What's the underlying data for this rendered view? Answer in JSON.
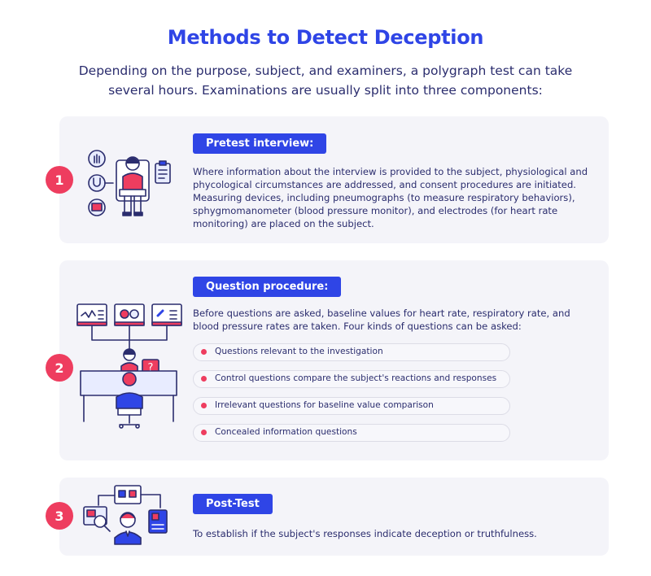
{
  "title": "Methods to Detect Deception",
  "subtitle": "Depending on the purpose, subject, and examiners, a polygraph test can take several hours. Examinations are usually split into three components:",
  "sections": [
    {
      "number": "1",
      "heading": "Pretest interview:",
      "text": "Where information about the interview is provided to the subject, physiological and phycological circumstances are addressed, and consent procedures are initiated. Measuring devices, including pneumographs (to measure respiratory behaviors), sphygmomanometer (blood pressure monitor), and electrodes (for heart rate monitoring) are placed on the subject."
    },
    {
      "number": "2",
      "heading": "Question procedure:",
      "text": "Before questions are asked, baseline values for heart rate, respiratory rate, and blood pressure rates are taken. Four kinds of questions can be asked:",
      "questions": [
        "Questions relevant to the investigation",
        "Control questions compare the subject's reactions and responses",
        "Irrelevant questions for baseline value comparison",
        "Concealed information questions"
      ]
    },
    {
      "number": "3",
      "heading": "Post-Test",
      "text": "To establish if the subject's responses indicate deception or truthfulness."
    }
  ],
  "colors": {
    "accent": "#2f45e6",
    "number_badge": "#ee3d5f",
    "card_bg": "#f4f4f9",
    "text": "#2b2d6e"
  }
}
